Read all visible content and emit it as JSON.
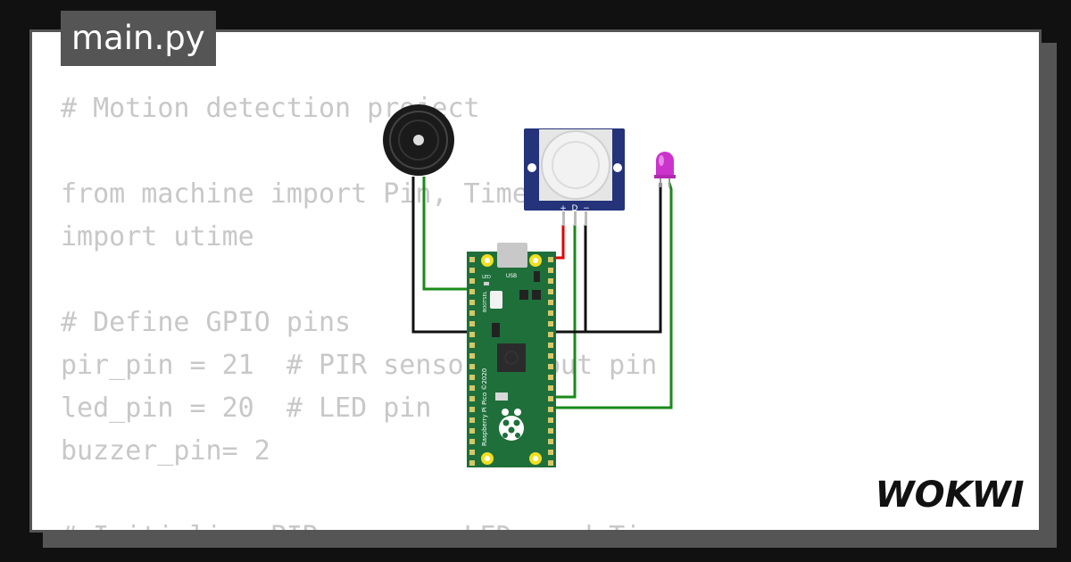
{
  "file_tab": {
    "label": "main.py"
  },
  "code_lines": [
    "# Motion detection project",
    "",
    "from machine import Pin, Timer, PWM",
    "import utime",
    "",
    "# Define GPIO pins",
    "pir_pin = 21  # PIR sensor output pin",
    "led_pin = 20  # LED pin",
    "buzzer_pin= 2",
    "",
    "# Initialize PIR sensor, LED, and Timer"
  ],
  "board": {
    "name": "Raspberry Pi Pico ©2020",
    "usb_label": "USB",
    "led_label": "LED",
    "bootsel_label": "BOOTSEL"
  },
  "pir_sensor": {
    "pin_labels": [
      "+",
      "D",
      "−"
    ]
  },
  "brand": {
    "logo_text": "WOKWI"
  },
  "colors": {
    "board_green": "#1f6f3b",
    "wire_red": "#e00000",
    "wire_green": "#1a8a1a",
    "wire_black": "#111111",
    "pir_blue": "#24337a",
    "led_magenta": "#cc33cc",
    "code_text": "#c8c8c8"
  },
  "icons": [
    "buzzer-icon",
    "pir-sensor-icon",
    "led-icon",
    "raspberry-pi-logo-icon",
    "wokwi-logo-icon"
  ]
}
